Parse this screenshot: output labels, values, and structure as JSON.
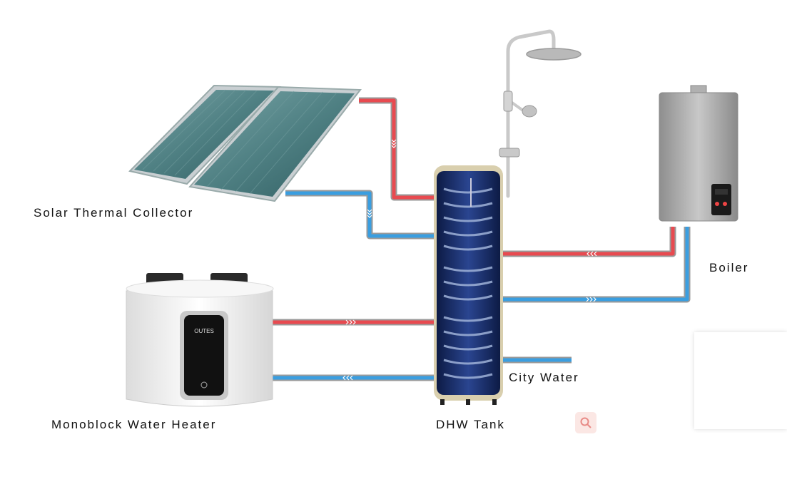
{
  "labels": {
    "solar": "Solar Thermal Collector",
    "heater": "Monoblock Water Heater",
    "tank": "DHW Tank",
    "boiler": "Boiler",
    "city_water": "City Water"
  },
  "heater_brand": "OUTES",
  "colors": {
    "hot_pipe": "#e84a50",
    "cold_pipe": "#3a9ee0",
    "pipe_fitting": "#b8bcc0",
    "tank_body": "#1a2e68",
    "tank_cap": "#d9cfae",
    "heater_body": "#f0f0f0",
    "boiler_body": "#a8a8a8"
  },
  "icons": [
    "search-icon",
    "flow-arrow-icon",
    "shower-icon"
  ]
}
